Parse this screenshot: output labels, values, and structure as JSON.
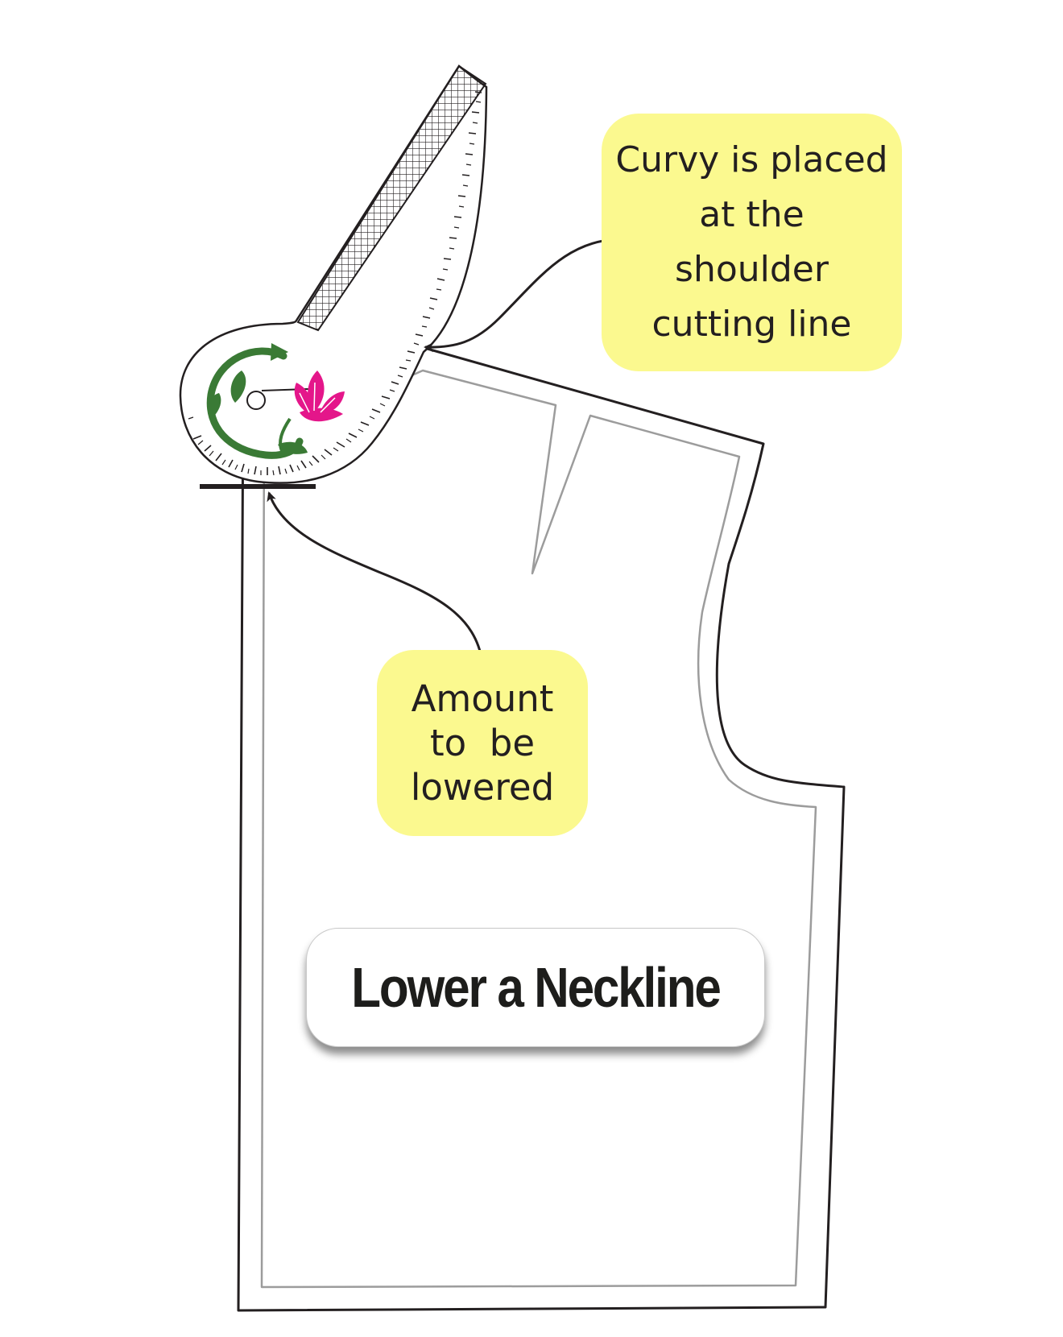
{
  "title": "Lower a Neckline",
  "callouts": {
    "curvy": [
      "Curvy is placed",
      "at the",
      "shoulder",
      "cutting line"
    ],
    "amount": [
      "Amount",
      "to  be",
      "lowered"
    ]
  },
  "colors": {
    "callout_fill": "#fbf98f",
    "outline": "#231f20",
    "seam_line": "#9c9c9c",
    "leaf_green": "#3a7a35",
    "flower_pink": "#e4168a"
  },
  "icons": [
    "curvy-ruler-icon",
    "flower-logo-icon"
  ]
}
